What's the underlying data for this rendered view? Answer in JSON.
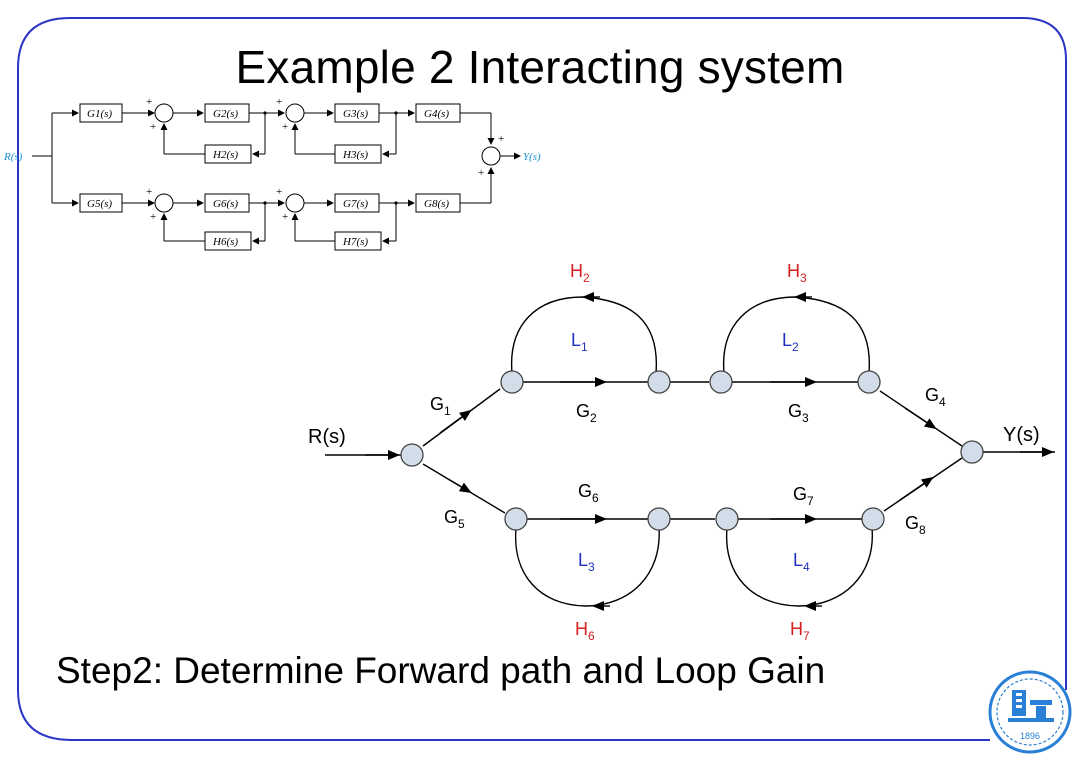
{
  "slide": {
    "title": "Example 2  Interacting system",
    "step": "Step2: Determine Forward path and Loop Gain"
  },
  "block_diagram": {
    "input": "R(s)",
    "output": "Y(s)",
    "blocks": [
      "G1(s)",
      "G2(s)",
      "G3(s)",
      "G4(s)",
      "H2(s)",
      "H3(s)",
      "G5(s)",
      "G6(s)",
      "G7(s)",
      "G8(s)",
      "H6(s)",
      "H7(s)"
    ],
    "signs": "+"
  },
  "signal_flow_graph": {
    "input": "R(s)",
    "output": "Y(s)",
    "forward_gains": [
      {
        "base": "G",
        "sub": "1"
      },
      {
        "base": "G",
        "sub": "2"
      },
      {
        "base": "G",
        "sub": "3"
      },
      {
        "base": "G",
        "sub": "4"
      },
      {
        "base": "G",
        "sub": "5"
      },
      {
        "base": "G",
        "sub": "6"
      },
      {
        "base": "G",
        "sub": "7"
      },
      {
        "base": "G",
        "sub": "8"
      }
    ],
    "feedback_gains": [
      {
        "base": "H",
        "sub": "2"
      },
      {
        "base": "H",
        "sub": "3"
      },
      {
        "base": "H",
        "sub": "6"
      },
      {
        "base": "H",
        "sub": "7"
      }
    ],
    "loops": [
      {
        "base": "L",
        "sub": "1"
      },
      {
        "base": "L",
        "sub": "2"
      },
      {
        "base": "L",
        "sub": "3"
      },
      {
        "base": "L",
        "sub": "4"
      }
    ],
    "colors": {
      "node_fill": "#d2dde9",
      "feedback_text": "#d62020",
      "loop_text": "#2030c0",
      "io_text": "#1a8fd8"
    }
  },
  "logo": {
    "year": "1896",
    "icon": "university-emblem-icon"
  },
  "colors": {
    "frame": "#2a35c8"
  }
}
